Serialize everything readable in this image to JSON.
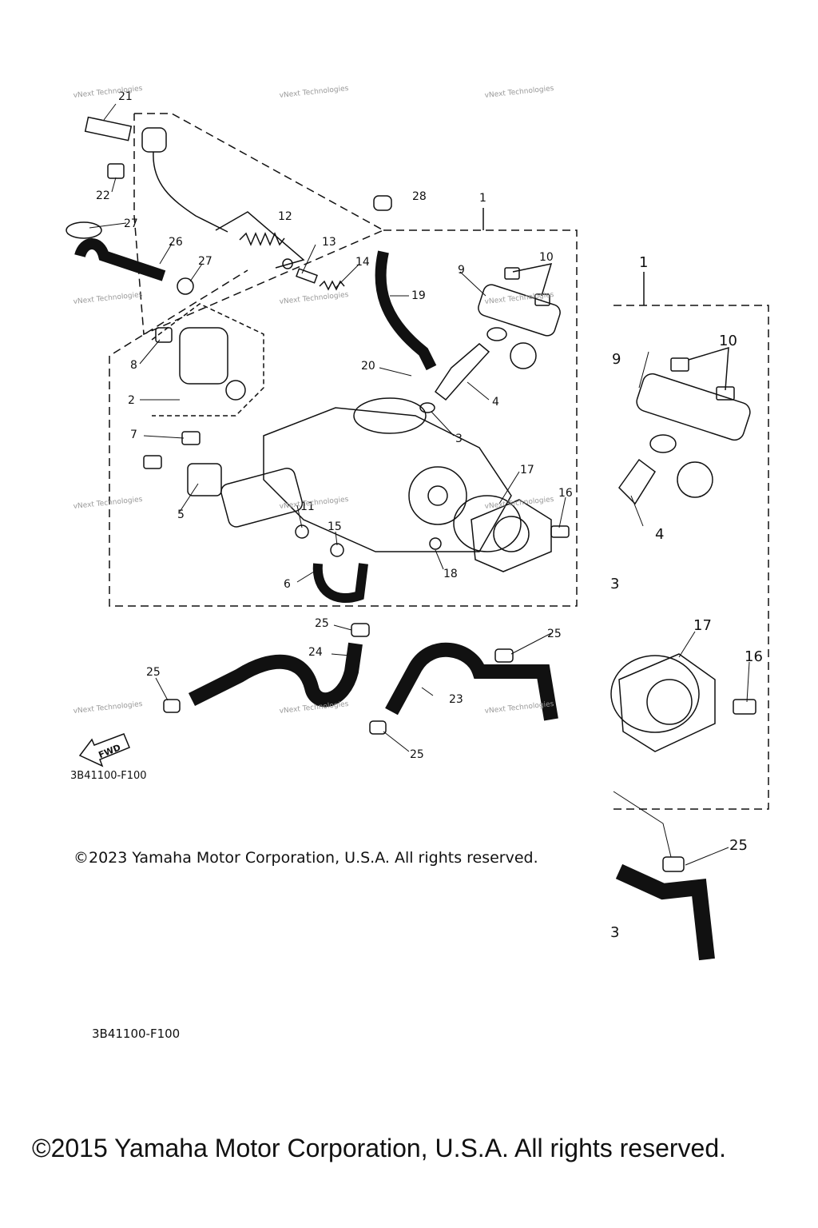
{
  "callouts": {
    "c1": "1",
    "c2": "2",
    "c3": "3",
    "c4": "4",
    "c5": "5",
    "c6": "6",
    "c7": "7",
    "c8": "8",
    "c9": "9",
    "c10": "10",
    "c11": "11",
    "c12": "12",
    "c13": "13",
    "c14": "14",
    "c15": "15",
    "c16": "16",
    "c17": "17",
    "c18": "18",
    "c19": "19",
    "c20": "20",
    "c21": "21",
    "c22": "22",
    "c23": "23",
    "c24": "24",
    "c25": "25",
    "c26": "26",
    "c27": "27",
    "c28": "28"
  },
  "zoom_callouts": {
    "z1": "1",
    "z9": "9",
    "z10": "10",
    "z4": "4",
    "z3": "3",
    "z17": "17",
    "z16": "16",
    "z25": "25",
    "z23": "3"
  },
  "watermark": "vNext Technologies",
  "fwd_label": "FWD",
  "diagram_code": "3B41100-F100",
  "diagram_code_big": "3B41100-F100",
  "copyright_inner": "©2023 Yamaha Motor Corporation, U.S.A. All rights reserved.",
  "copyright_outer": "©2015 Yamaha Motor Corporation, U.S.A. All rights reserved.",
  "colors": {
    "line": "#111111",
    "watermark": "#9a9a9a",
    "background": "#ffffff"
  }
}
